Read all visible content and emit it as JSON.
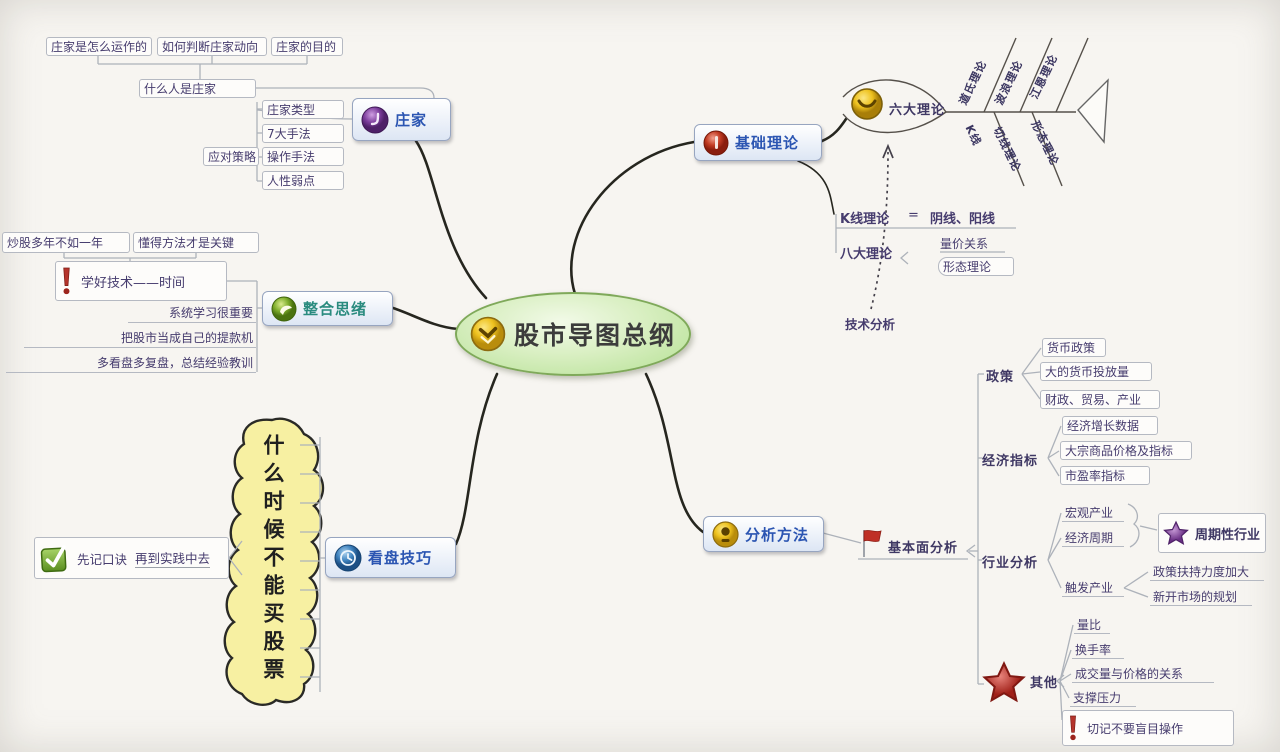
{
  "root": {
    "label": "股市导图总纲"
  },
  "branches": {
    "basic_theory": {
      "label": "基础理论"
    },
    "six_theories": {
      "label": "六大理论",
      "top_labels": [
        "道氏理论",
        "波浪理论",
        "江恩理论"
      ],
      "bottom_labels": [
        "K线",
        "切线理论",
        "形态理论"
      ]
    },
    "kline": {
      "row1_label": "K线理论",
      "equals": "=",
      "row1_value": "阴线、阳线",
      "row2_label": "八大理论",
      "row2_items": [
        "量价关系",
        "形态理论"
      ]
    },
    "technical": {
      "label": "技术分析"
    },
    "analysis": {
      "label": "分析方法"
    },
    "fundamental": {
      "label": "基本面分析",
      "groups": [
        {
          "label": "政策",
          "items": [
            "货币政策",
            "大的货币投放量",
            "财政、贸易、产业"
          ]
        },
        {
          "label": "经济指标",
          "items": [
            "经济增长数据",
            "大宗商品价格及指标",
            "市盈率指标"
          ]
        },
        {
          "label": "行业分析",
          "items": [
            "宏观产业",
            "经济周期",
            "触发产业"
          ],
          "star_node": "周期性行业",
          "sub_items": [
            "政策扶持力度加大",
            "新开市场的规划"
          ]
        }
      ]
    },
    "other": {
      "label": "其他",
      "items": [
        "量比",
        "换手率",
        "成交量与价格的关系",
        "支撑压力"
      ],
      "warning": "切记不要盲目操作"
    },
    "banker": {
      "label": "庄家",
      "top_boxes": [
        "庄家是怎么运作的",
        "如何判断庄家动向",
        "庄家的目的"
      ],
      "mid_box": "什么人是庄家",
      "items": [
        "庄家类型",
        "7大手法",
        "操作手法",
        "人性弱点"
      ],
      "side_item": "应对策略"
    },
    "integrate": {
      "label": "整合思绪",
      "top_boxes": [
        "炒股多年不如一年",
        "懂得方法才是关键"
      ],
      "warning_box": "学好技术——时间",
      "rows": [
        "系统学习很重要",
        "把股市当成自己的提款机",
        "多看盘多复盘，总结经验教训"
      ]
    },
    "watch": {
      "label": "看盘技巧",
      "check_note": {
        "part1": "先记口诀",
        "part2": "再到实践中去"
      },
      "cloud_text": "什么时候不能买股票"
    }
  }
}
